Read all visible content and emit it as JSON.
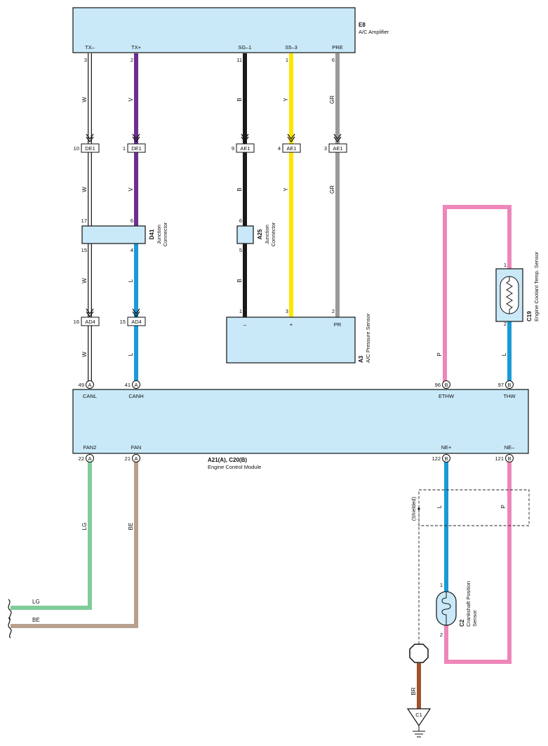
{
  "colors": {
    "white_wire": "#ffffff",
    "violet_wire": "#6a2f8e",
    "black_wire": "#1a1a1a",
    "yellow_wire": "#ffe600",
    "gray_wire": "#9a9a9a",
    "blue_wire": "#1a9ad8",
    "pink_wire": "#ee86b9",
    "light_green_wire": "#7fcc9a",
    "beige_wire": "#b8a08e",
    "brown_wire": "#a0512d",
    "component_fill": "#c9e9f9"
  },
  "amplifier": {
    "code": "E8",
    "name": "A/C Amplifier",
    "terminals": [
      {
        "label": "TX–",
        "pin": "3"
      },
      {
        "label": "TX+",
        "pin": "2"
      },
      {
        "label": "SG–1",
        "pin": "11"
      },
      {
        "label": "S5–3",
        "pin": "1"
      },
      {
        "label": "PRE",
        "pin": "6"
      }
    ]
  },
  "wires_upper": [
    {
      "color": "W"
    },
    {
      "color": "V"
    },
    {
      "color": "B"
    },
    {
      "color": "Y"
    },
    {
      "color": "GR"
    }
  ],
  "connectors_top": [
    {
      "pin": "10",
      "name": "DE1"
    },
    {
      "pin": "1",
      "name": "DE1"
    },
    {
      "pin": "9",
      "name": "AE1"
    },
    {
      "pin": "4",
      "name": "AE1"
    },
    {
      "pin": "3",
      "name": "AE1"
    }
  ],
  "wires_mid": [
    {
      "color": "W"
    },
    {
      "color": "V"
    },
    {
      "color": "B"
    },
    {
      "color": "Y"
    },
    {
      "color": "GR"
    }
  ],
  "junction_d41": {
    "code": "D41",
    "name1": "Junction",
    "name2": "Connector",
    "pins": {
      "left_in": "17",
      "right_in": "6",
      "left_out": "15",
      "right_out": "4"
    }
  },
  "junction_a25": {
    "code": "A25",
    "name1": "Junction",
    "name2": "Connector",
    "pins": {
      "in": "6",
      "out": "5"
    }
  },
  "wires_low": [
    {
      "color": "W"
    },
    {
      "color": "L"
    },
    {
      "color": "B"
    }
  ],
  "connectors_ad4": [
    {
      "pin": "16",
      "name": "AD4"
    },
    {
      "pin": "15",
      "name": "AD4"
    }
  ],
  "pressure_sensor": {
    "code": "A3",
    "name": "A/C Pressure Sensor",
    "pins": [
      {
        "num": "1",
        "label": "–"
      },
      {
        "num": "3",
        "label": "+"
      },
      {
        "num": "2",
        "label": "PR"
      }
    ]
  },
  "wires_ecm_in": [
    {
      "color": "W"
    },
    {
      "color": "L"
    },
    {
      "color": "P"
    },
    {
      "color": "L"
    }
  ],
  "coolant_sensor": {
    "code": "C19",
    "name": "Engine Coolant Temp. Sensor",
    "pins": {
      "top": "1",
      "bottom": "2"
    }
  },
  "ecm": {
    "code": "A21(A), C20(B)",
    "name": "Engine Control Module",
    "top_terminals": [
      {
        "pin": "49",
        "conn": "A",
        "label": "CANL"
      },
      {
        "pin": "41",
        "conn": "A",
        "label": "CANH"
      },
      {
        "pin": "96",
        "conn": "B",
        "label": "ETHW"
      },
      {
        "pin": "97",
        "conn": "B",
        "label": "THW"
      }
    ],
    "bottom_terminals": [
      {
        "pin": "22",
        "conn": "A",
        "label": "FAN2"
      },
      {
        "pin": "21",
        "conn": "A",
        "label": "FAN"
      },
      {
        "pin": "122",
        "conn": "B",
        "label": "NE+"
      },
      {
        "pin": "121",
        "conn": "B",
        "label": "NE–"
      }
    ]
  },
  "wires_ecm_out": [
    {
      "color": "LG"
    },
    {
      "color": "BE"
    },
    {
      "color": "L"
    },
    {
      "color": "P"
    }
  ],
  "off_page": [
    {
      "color": "LG"
    },
    {
      "color": "BE"
    }
  ],
  "shield": {
    "label": "(Shielded)"
  },
  "crank_sensor": {
    "code": "C2",
    "name1": "Crankshaft Position",
    "name2": "Sensor",
    "pins": {
      "top": "1",
      "bottom": "2"
    }
  },
  "ground": {
    "wire": "BR",
    "code": "C1"
  }
}
